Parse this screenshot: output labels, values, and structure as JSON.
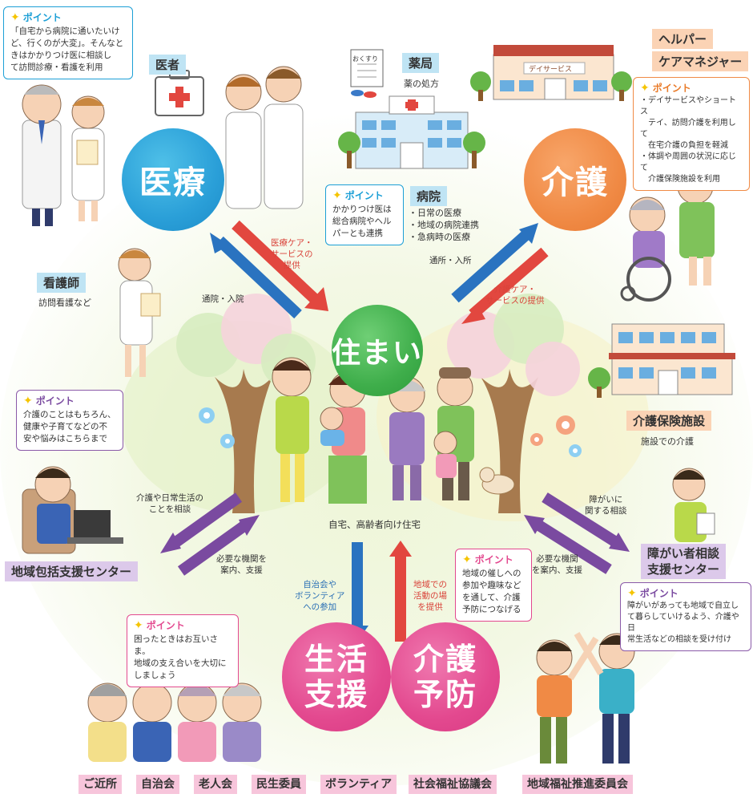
{
  "circles": {
    "iryo": "医療",
    "kaigo": "介護",
    "sumai": "住まい",
    "seikatsu": [
      "生活",
      "支援"
    ],
    "yobo": [
      "介護",
      "予防"
    ]
  },
  "point_label": "ポイント",
  "points": {
    "doctor": [
      "「自宅から病院に通いたいけ",
      "ど、行くのが大変」。そんなと",
      "きはかかりつけ医に相談し",
      "て訪問診療・看護を利用"
    ],
    "kaigo": [
      "・デイサービスやショートス",
      "　テイ、訪問介護を利用して",
      "　在宅介護の負担を軽減",
      "・体調や周囲の状況に応じて",
      "　介護保険施設を利用"
    ],
    "hospital": [
      "かかりつけ医は",
      "総合病院やヘル",
      "パーとも連携"
    ],
    "center": [
      "介護のことはもちろん、",
      "健康や子育てなどの不",
      "安や悩みはこちらまで"
    ],
    "local": [
      "地域の催しへの",
      "参加や趣味など",
      "を通して、介護",
      "予防につなげる"
    ],
    "disability": [
      "障がいがあっても地域で自立し",
      "て暮らしていけるよう、介護や日",
      "常生活などの相談を受け付け"
    ],
    "support": [
      "困ったときはお互いさま。",
      "地域の支え合いを大切に",
      "しましょう"
    ]
  },
  "labels": {
    "doctor": "医者",
    "pharmacy": "薬局",
    "pharmacy_sub": "薬の処方",
    "medicine_bag": "おくすり",
    "day_service": "デイサービス",
    "helper": "ヘルパー",
    "care_manager": "ケアマネジャー",
    "hospital": "病院",
    "hospital_items": [
      "・日常の医療",
      "・地域の病院連携",
      "・急病時の医療"
    ],
    "nurse": "看護師",
    "nurse_sub": "訪問看護など",
    "facility": "介護保険施設",
    "facility_sub": "施設での介護",
    "home": "自宅、高齢者向け住宅",
    "center": "地域包括支援センター",
    "disability_center": [
      "障がい者相談",
      "支援センター"
    ]
  },
  "arrows": {
    "iryo_in": [
      "医療ケア・",
      "サービスの",
      "提供"
    ],
    "iryo_out": "通院・入院",
    "kaigo_out": "通所・入所",
    "kaigo_in": [
      "介護ケア・",
      "サービスの提供"
    ],
    "center_out": [
      "介護や日常生活の",
      "ことを相談"
    ],
    "center_in": [
      "必要な機関を",
      "案内、支援"
    ],
    "disab_out": [
      "障がいに",
      "関する相談"
    ],
    "disab_in": [
      "必要な機関",
      "を案内、支援"
    ],
    "down": [
      "自治会や",
      "ボランティア",
      "への参加"
    ],
    "up": [
      "地域での",
      "活動の場",
      "を提供"
    ]
  },
  "bottom_tags": [
    "ご近所",
    "自治会",
    "老人会",
    "民生委員",
    "ボランティア",
    "社会福祉協議会",
    "地域福祉推進委員会"
  ],
  "colors": {
    "iryo": "#2a9fd8",
    "kaigo": "#f08a45",
    "sumai": "#3fae4b",
    "shien": "#e3498f",
    "arrow_red": "#e2473f",
    "arrow_blue": "#2a73c0",
    "arrow_purple": "#7a4aa0"
  }
}
